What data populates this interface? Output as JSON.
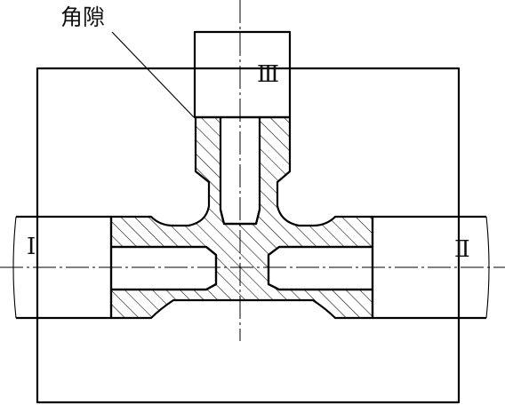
{
  "labels": {
    "corner_gap": "角隙",
    "punch_left": "Ⅰ",
    "punch_right": "Ⅱ",
    "punch_top": "Ⅲ"
  },
  "colors": {
    "line": "#000000",
    "background": "#ffffff"
  }
}
